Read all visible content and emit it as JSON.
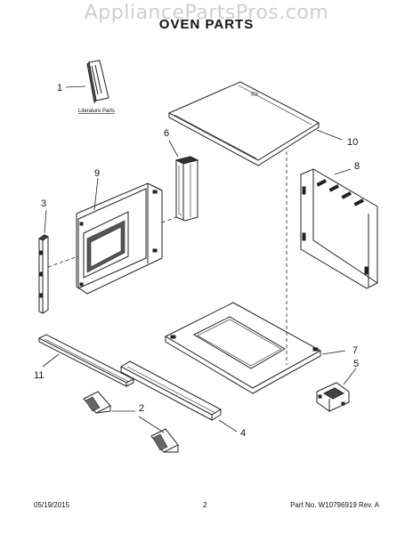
{
  "watermark": "AppliancePartsPros.com",
  "title": "OVEN PARTS",
  "literature_caption": "Literature Parts",
  "callouts": {
    "c1": "1",
    "c2": "2",
    "c3": "3",
    "c4": "4",
    "c5": "5",
    "c6": "6",
    "c7": "7",
    "c8": "8",
    "c9": "9",
    "c10": "10",
    "c11": "11"
  },
  "footer": {
    "date": "05/19/2015",
    "page": "2",
    "part_rev": "Part No. W10796919  Rev. A"
  }
}
